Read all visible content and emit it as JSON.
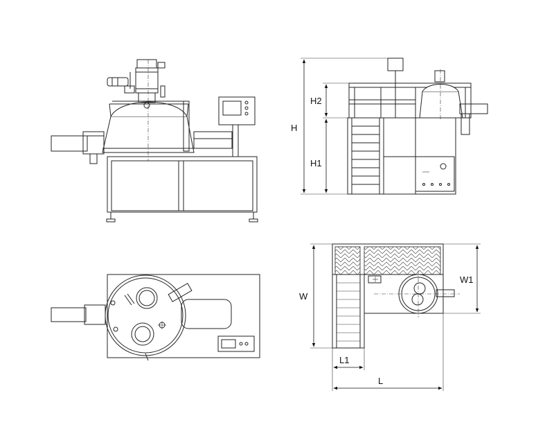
{
  "dimension_labels": {
    "H": "H",
    "H1": "H1",
    "H2": "H2",
    "W": "W",
    "W1": "W1",
    "L": "L",
    "L1": "L1"
  }
}
